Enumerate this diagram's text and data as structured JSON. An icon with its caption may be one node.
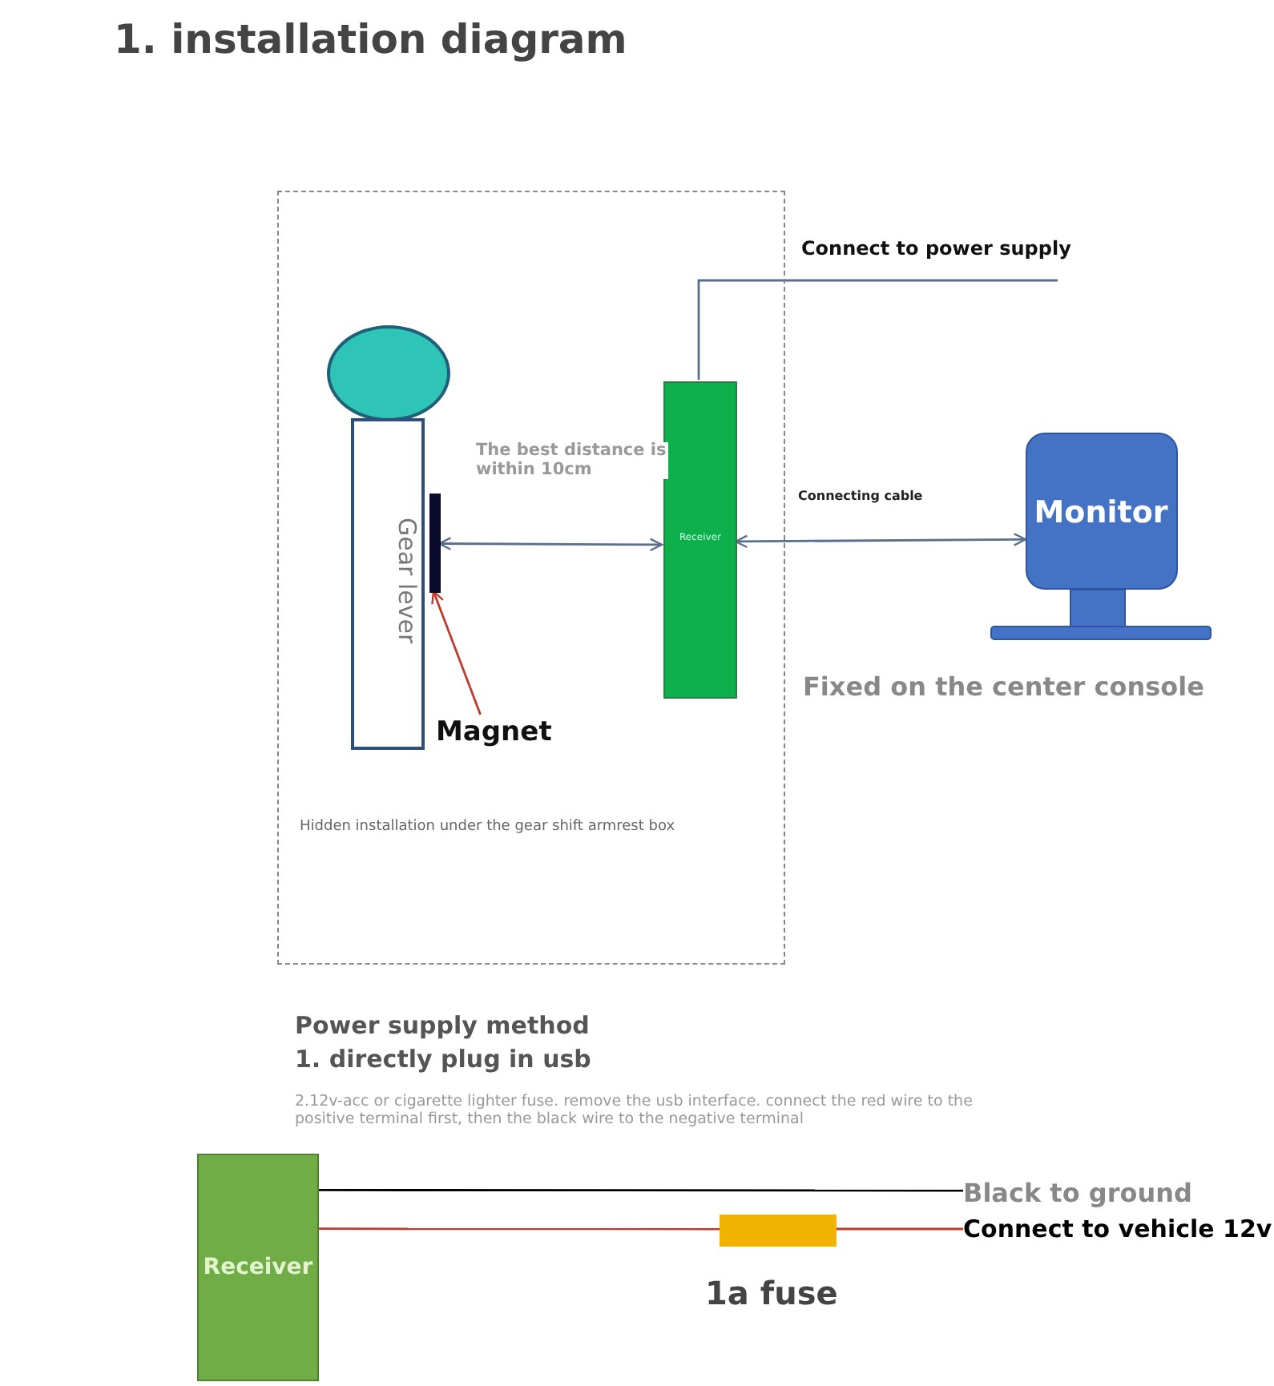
{
  "diagram": {
    "title": "1. installation diagram",
    "nodes": [
      {
        "text": [
          "Hidden installation under the gear shift armrest box"
        ]
      },
      {
        "text": [],
        "shape": "circle",
        "in": 0
      },
      {
        "text": [
          "Gear lever"
        ],
        "in": 0
      },
      {
        "text": [],
        "shape": "bar",
        "in": 0
      },
      {
        "text": [
          "Magnet"
        ],
        "in": 0
      },
      {
        "text": [
          "Receiver"
        ],
        "in": 0
      },
      {
        "text": [
          "Monitor"
        ],
        "beside": [
          "Fixed on the center console"
        ]
      },
      {
        "text": [
          "Connect to power supply"
        ]
      },
      {
        "text": [
          "Receiver"
        ]
      },
      {
        "text": [
          "Black to ground"
        ]
      },
      {
        "text": [],
        "shape": "box",
        "beside": [
          "1a fuse"
        ]
      },
      {
        "text": [
          "Connect to vehicle 12v"
        ]
      }
    ],
    "edges": [
      {
        "from": 4,
        "to": 3,
        "arrow": "to",
        "color": "#c0392b"
      },
      {
        "from": 3,
        "to": 5,
        "arrow": "both",
        "label": "The best distance is within 10cm",
        "color": "#5b6f8a"
      },
      {
        "from": 5,
        "to": 6,
        "arrow": "both",
        "label": "Connecting cable",
        "color": "#5b6f8a"
      },
      {
        "from": 5,
        "to": 7,
        "arrow": "none",
        "color": "#5b6f8a"
      },
      {
        "from": 8,
        "to": 9,
        "arrow": "none",
        "color": "#000000"
      },
      {
        "from": 8,
        "to": 10,
        "arrow": "none",
        "color": "#c0392b"
      },
      {
        "from": 10,
        "to": 11,
        "arrow": "none",
        "color": "#c0392b"
      }
    ],
    "labels": [
      "Power supply method",
      "1. directly plug in usb",
      "2.12v-acc or cigarette lighter fuse. remove the usb interface. connect the red wire to the positive terminal first, then the black wire to the negative terminal"
    ]
  }
}
